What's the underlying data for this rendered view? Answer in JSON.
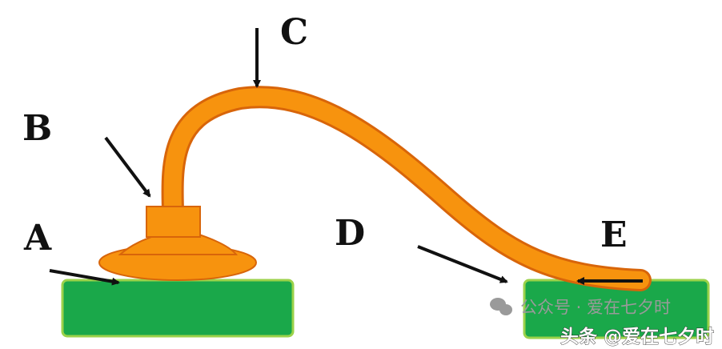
{
  "labels": {
    "a": "A",
    "b": "B",
    "c": "C",
    "d": "D",
    "e": "E"
  },
  "watermarks": {
    "wechat": "公众号 · 爱在七夕时",
    "toutiao": "头条 @爱在七夕时"
  },
  "colors": {
    "pad": "#1aa84a",
    "pad_border": "#9bd24a",
    "wire": "#f7930e",
    "wire_edge": "#d8650a",
    "arrow": "#111111"
  }
}
